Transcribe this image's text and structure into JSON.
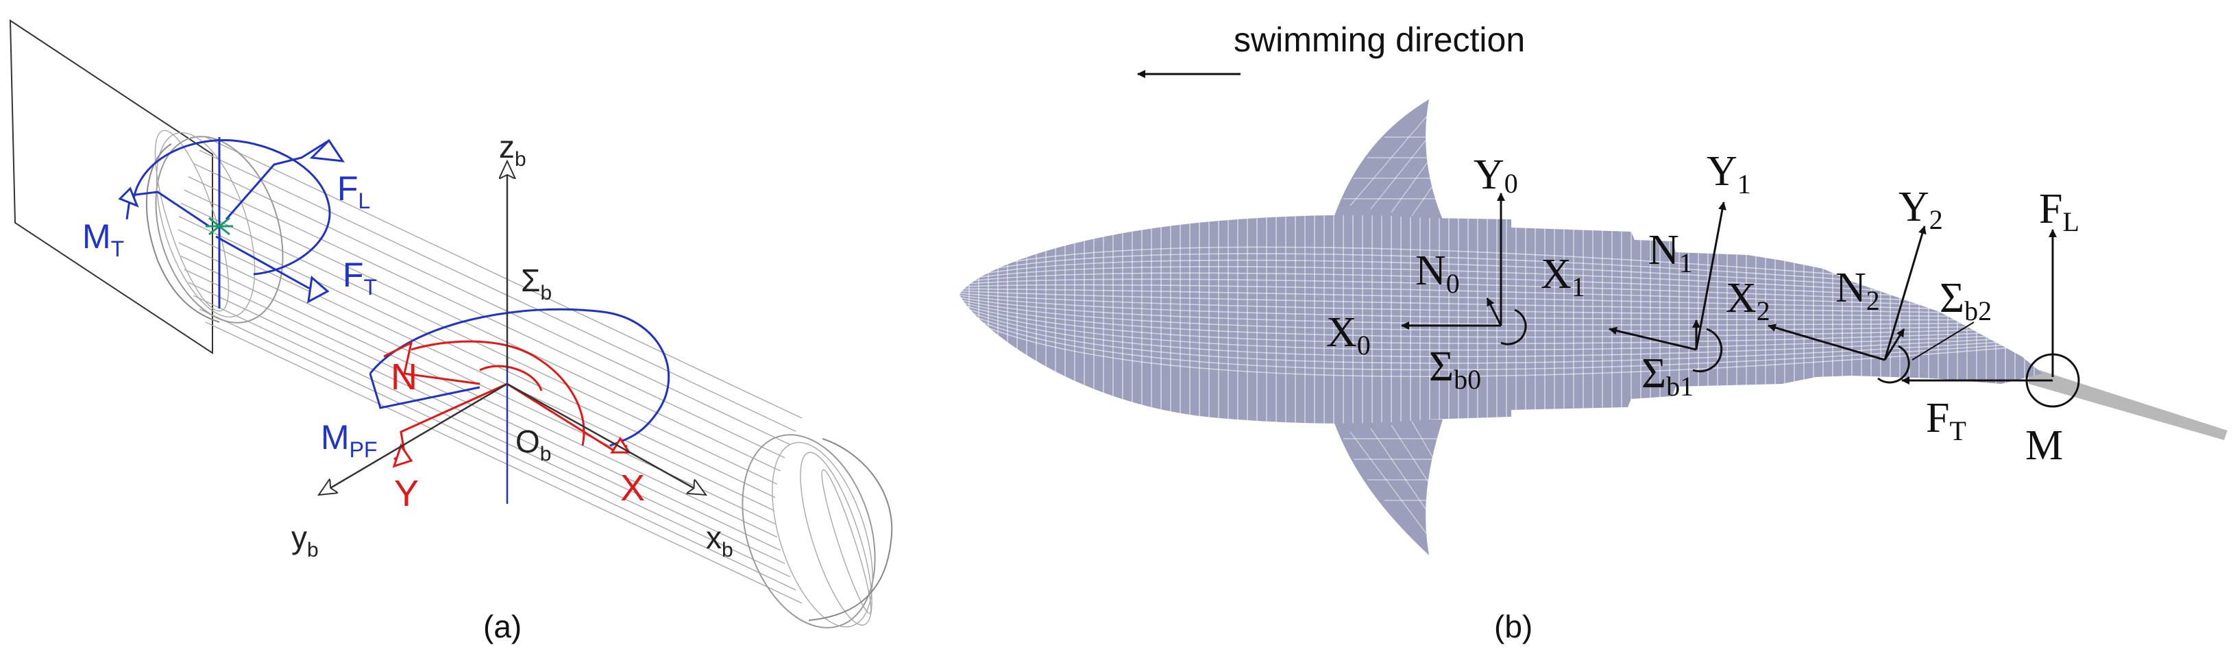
{
  "panel_a": {
    "caption": "(a)",
    "labels": {
      "zb": {
        "main": "z",
        "sub": "b"
      },
      "xb": {
        "main": "x",
        "sub": "b"
      },
      "yb": {
        "main": "y",
        "sub": "b"
      },
      "sigma_b": {
        "main": "Σ",
        "sub": "b"
      },
      "ob": {
        "main": "O",
        "sub": "b"
      },
      "fl": {
        "main": "F",
        "sub": "L"
      },
      "ft": {
        "main": "F",
        "sub": "T"
      },
      "mt": {
        "main": "M",
        "sub": "T"
      },
      "mpf": {
        "main": "M",
        "sub": "PF"
      },
      "n": "N",
      "x": "X",
      "y": "Y"
    },
    "colors": {
      "blue": "#1f33c4",
      "red": "#e01818",
      "mesh": "#a8a8a8",
      "ink": "#222222"
    }
  },
  "panel_b": {
    "caption": "(b)",
    "swimming_direction": "swimming direction",
    "labels": {
      "y0": {
        "main": "Y",
        "sub": "0"
      },
      "y1": {
        "main": "Y",
        "sub": "1"
      },
      "y2": {
        "main": "Y",
        "sub": "2"
      },
      "x0": {
        "main": "X",
        "sub": "0"
      },
      "x1": {
        "main": "X",
        "sub": "1"
      },
      "x2": {
        "main": "X",
        "sub": "2"
      },
      "n0": {
        "main": "N",
        "sub": "0"
      },
      "n1": {
        "main": "N",
        "sub": "1"
      },
      "n2": {
        "main": "N",
        "sub": "2"
      },
      "sb0": {
        "main": "Σ",
        "sub": "b0"
      },
      "sb1": {
        "main": "Σ",
        "sub": "b1"
      },
      "sb2": {
        "main": "Σ",
        "sub": "b2"
      },
      "fl": {
        "main": "F",
        "sub": "L"
      },
      "ft": {
        "main": "F",
        "sub": "T"
      },
      "m": "M"
    },
    "colors": {
      "body": "#9b9fbc",
      "mesh": "#ffffff",
      "ink": "#111111",
      "tail": "#b8b8b8"
    }
  }
}
